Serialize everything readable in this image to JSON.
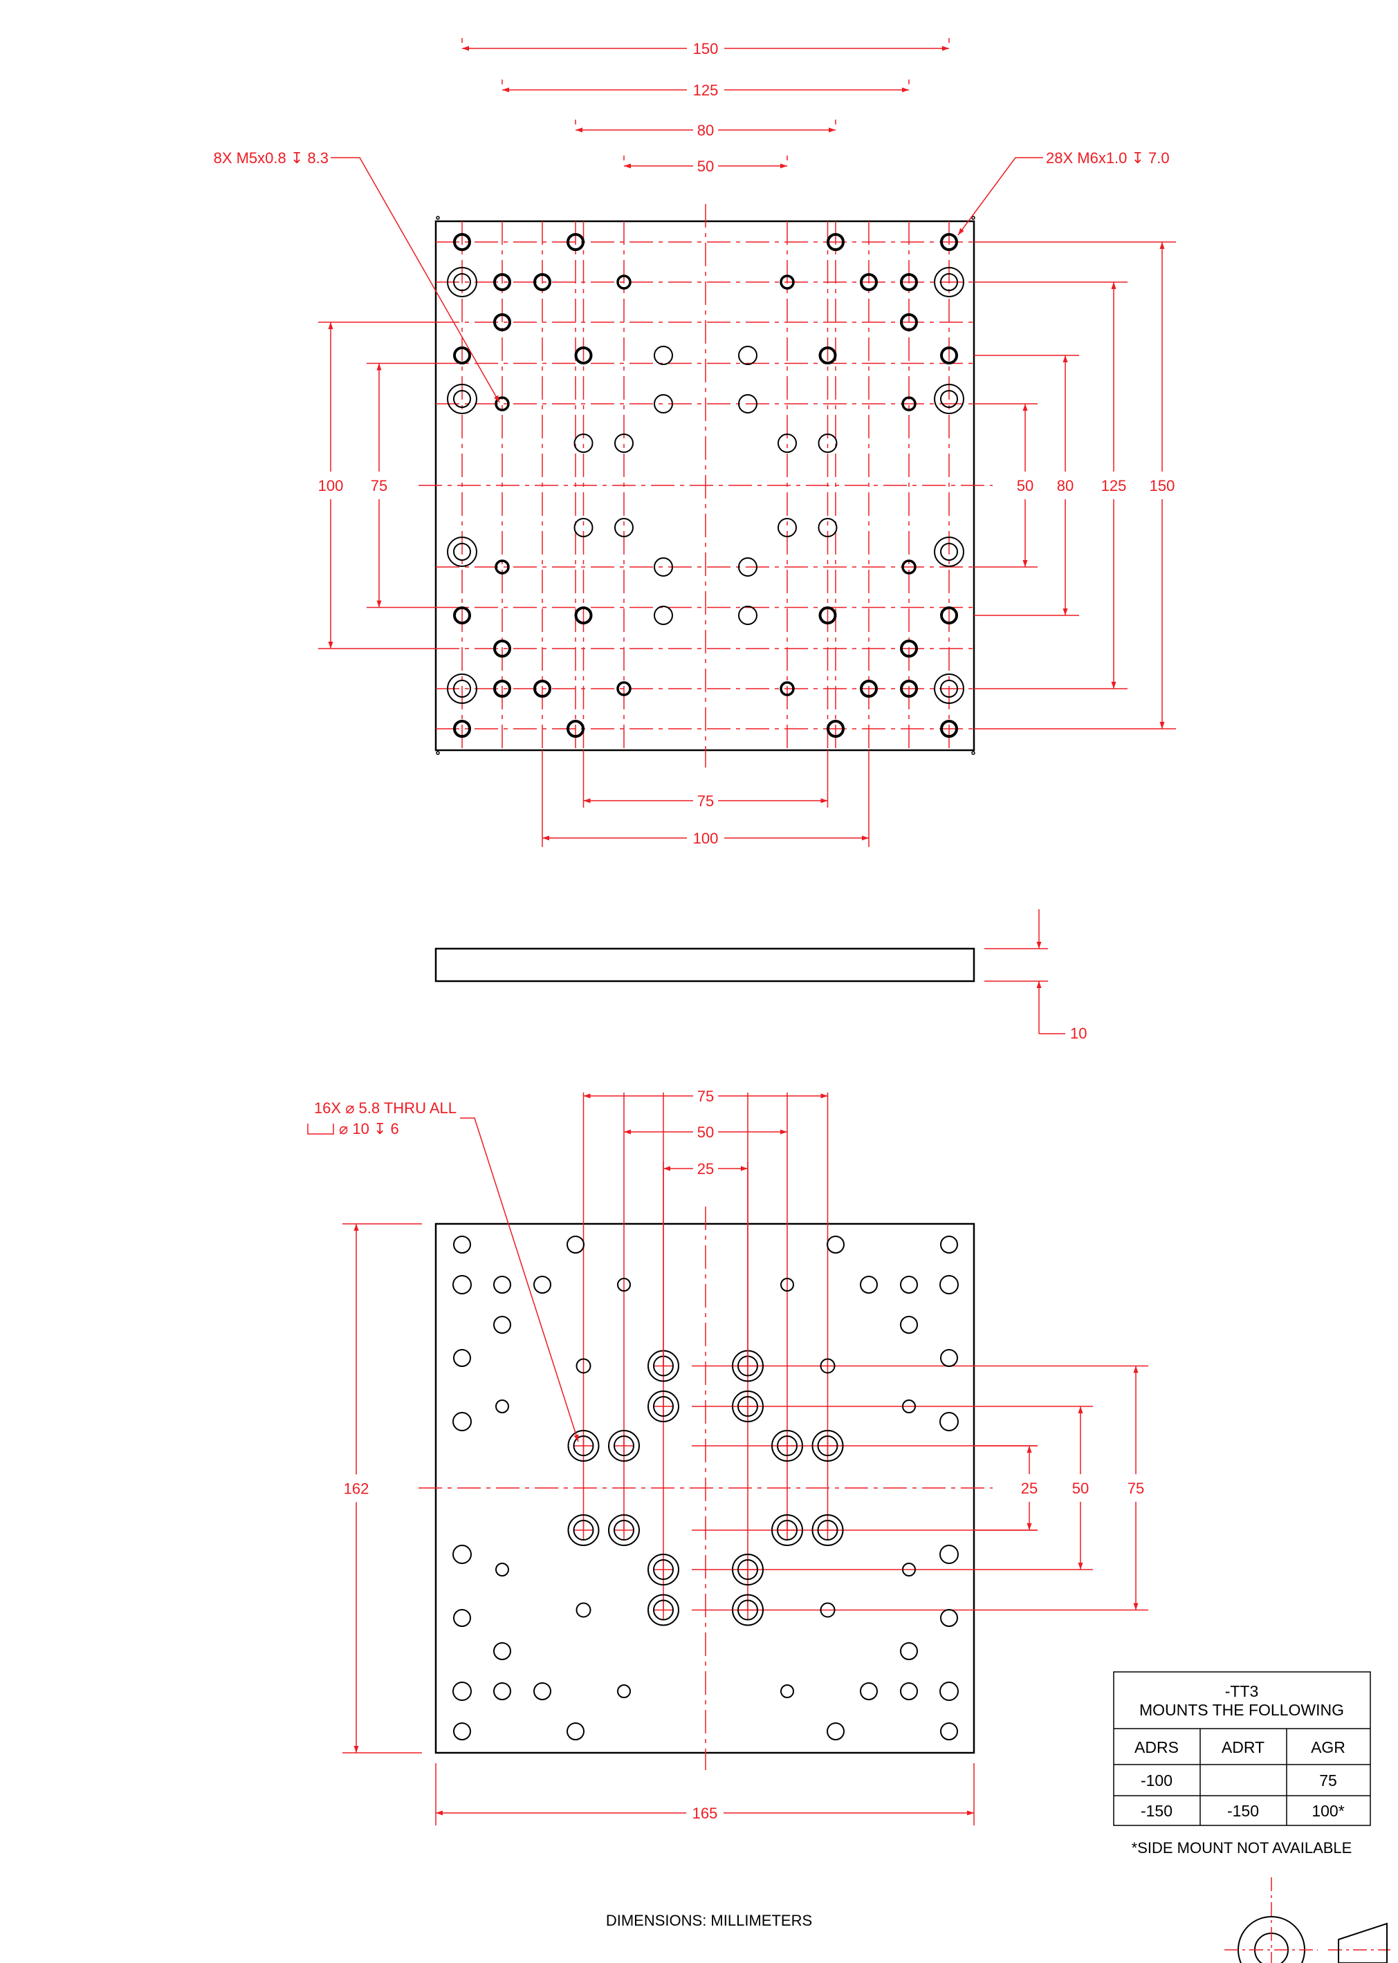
{
  "colors": {
    "dimension": "#ee1c23",
    "outline": "#000000",
    "background": "#ffffff"
  },
  "top_view": {
    "dims_top": [
      "150",
      "125",
      "80",
      "50"
    ],
    "dims_bottom": [
      "75",
      "100"
    ],
    "dims_left": [
      "100",
      "75"
    ],
    "dims_right": [
      "50",
      "80",
      "125",
      "150"
    ],
    "callout_left": "8X M5x0.8 ↧ 8.3",
    "callout_right": "28X M6x1.0 ↧ 7.0"
  },
  "side_view": {
    "thickness": "10"
  },
  "bottom_view": {
    "dims_top": [
      "75",
      "50",
      "25"
    ],
    "dim_left": "162",
    "dims_right": [
      "25",
      "50",
      "75"
    ],
    "dim_bottom": "165",
    "callout_line1": "16X ⌀ 5.8 THRU ALL",
    "callout_line2": "⌀ 10 ↧ 6"
  },
  "table": {
    "title_line1": "-TT3",
    "title_line2": "MOUNTS THE FOLLOWING",
    "headers": [
      "ADRS",
      "ADRT",
      "AGR"
    ],
    "rows": [
      [
        "-100",
        "",
        "75"
      ],
      [
        "-150",
        "-150",
        "100*"
      ]
    ]
  },
  "footnote": "*SIDE MOUNT NOT AVAILABLE",
  "units_note": "DIMENSIONS:  MILLIMETERS"
}
